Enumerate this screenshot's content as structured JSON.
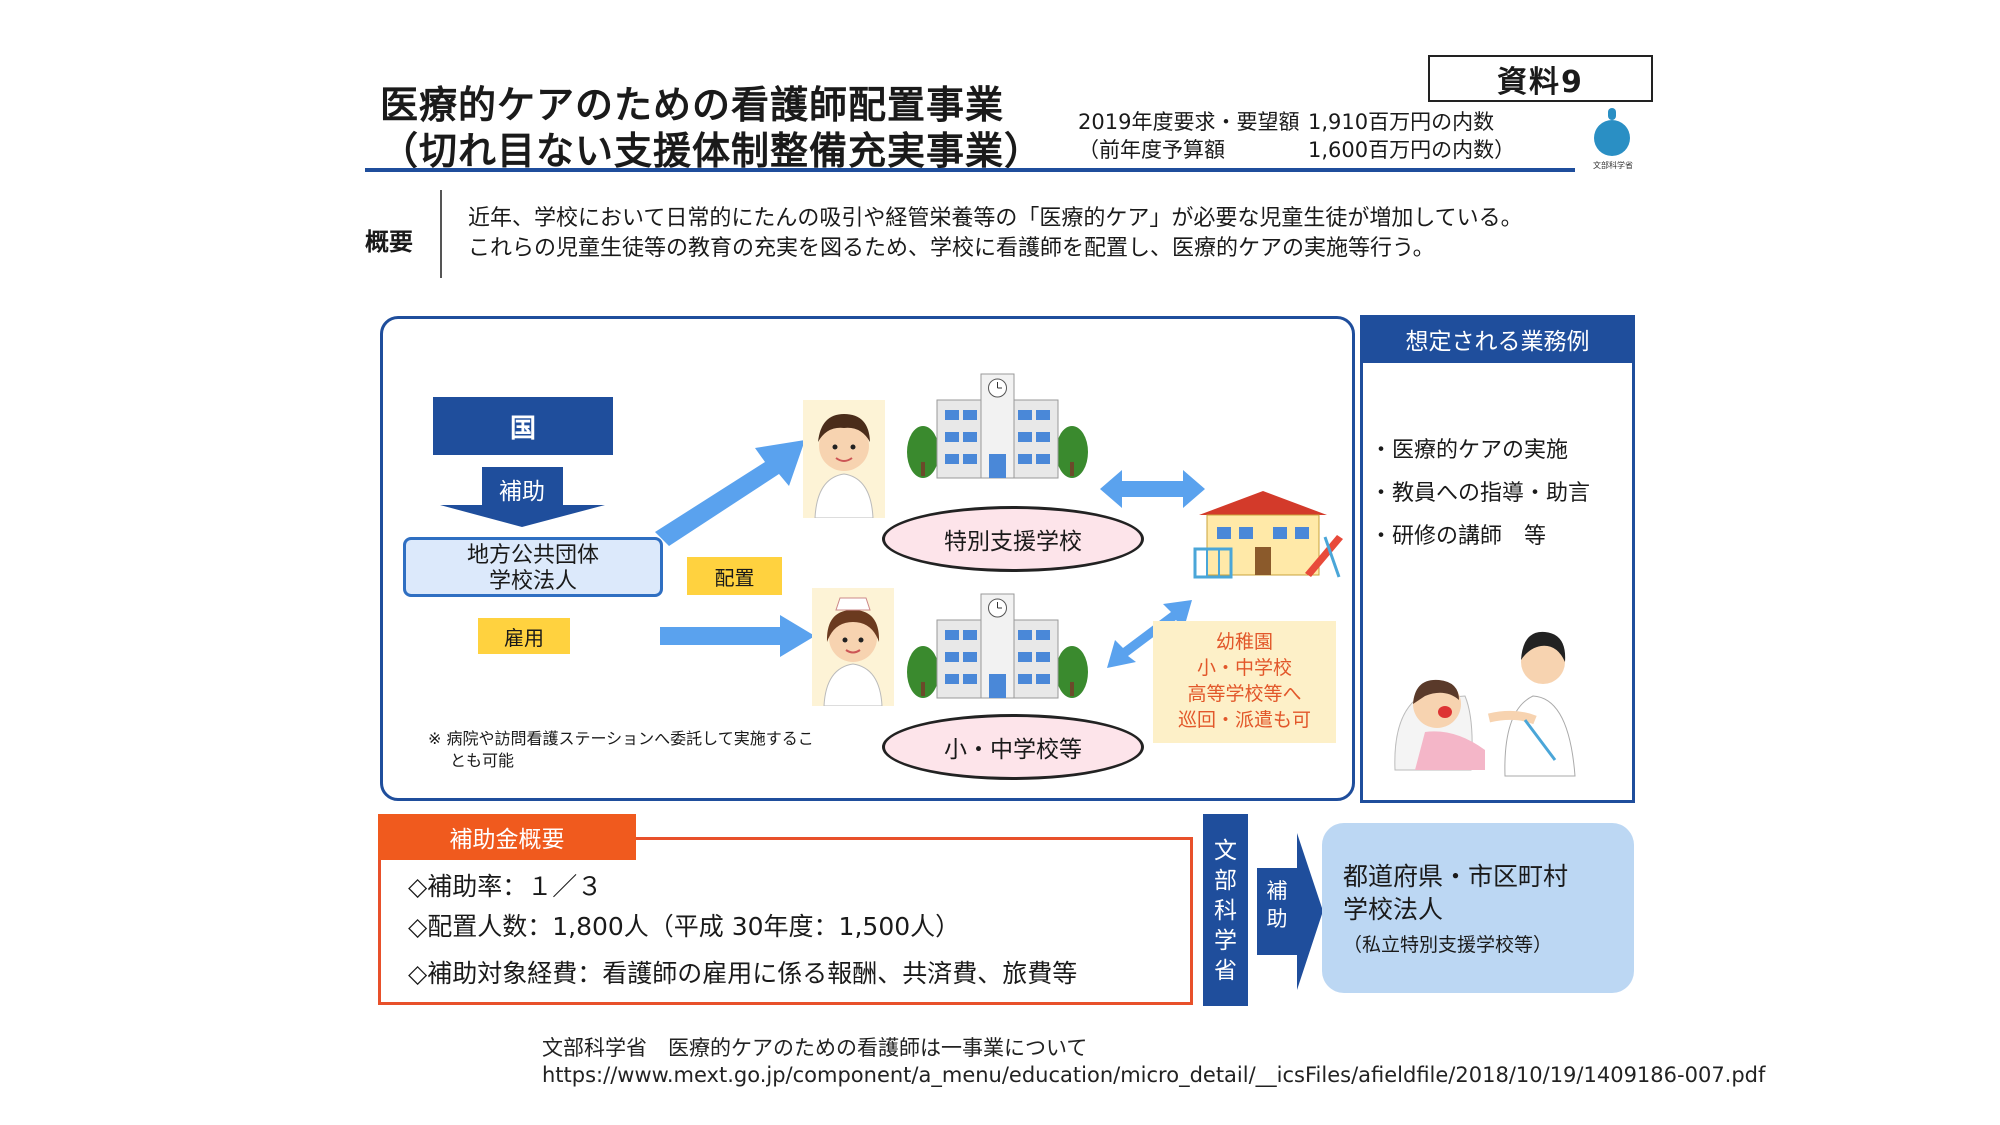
{
  "header": {
    "title_line1": "医療的ケアのための看護師配置事業",
    "title_line2": "（切れ目ない支援体制整備充実事業）",
    "doc_label": "資料9",
    "budget": {
      "req_label": "2019年度要求・要望額",
      "req_value": "1,910百万円の内数",
      "prev_label": "（前年度予算額",
      "prev_value": "1,600百万円の内数）"
    },
    "logo_text": "文部科学省"
  },
  "overview": {
    "label": "概要",
    "line1": "近年、学校において日常的にたんの吸引や経管栄養等の「医療的ケア」が必要な児童生徒が増加している。",
    "line2": "これらの児童生徒等の教育の充実を図るため、学校に看護師を配置し、医療的ケアの実施等行う。"
  },
  "diagram": {
    "kuni": "国",
    "hojo": "補助",
    "chiho_line1": "地方公共団体",
    "chiho_line2": "学校法人",
    "koyou": "雇用",
    "haichi": "配置",
    "school1": "特別支援学校",
    "school2": "小・中学校等",
    "kinder_lines": [
      "幼稚園",
      "小・中学校",
      "高等学校等へ",
      "巡回・派遣も可"
    ],
    "note_line1": "※ 病院や訪問看護ステーションへ委託して実施するこ",
    "note_line2": "とも可能"
  },
  "side_panel": {
    "title": "想定される業務例",
    "items": [
      "・医療的ケアの実施",
      "・教員への指導・助言",
      "・研修の講師　等"
    ]
  },
  "subsidy": {
    "title": "補助金概要",
    "lines": [
      "◇補助率：１／３",
      "◇配置人数：1,800人（平成 30年度：1,500人）",
      "◇補助対象経費：看護師の雇用に係る報酬、共済費、旅費等"
    ]
  },
  "flow": {
    "mext": "文部科学省",
    "hojo": "補助",
    "recipient_line1": "都道府県・市区町村",
    "recipient_line2": "学校法人",
    "recipient_line3": "（私立特別支援学校等）"
  },
  "source": {
    "line1": "文部科学省　医療的ケアのための看護師は一事業について",
    "line2": "https://www.mext.go.jp/component/a_menu/education/micro_detail/__icsFiles/afieldfile/2018/10/19/1409186-007.pdf"
  },
  "colors": {
    "navy": "#1f4e9c",
    "orange": "#f05a1e",
    "yellow": "#ffd23f",
    "light_blue": "#bcd7f3",
    "arrow_blue": "#5aa2ee",
    "pink": "#fde4ea"
  }
}
